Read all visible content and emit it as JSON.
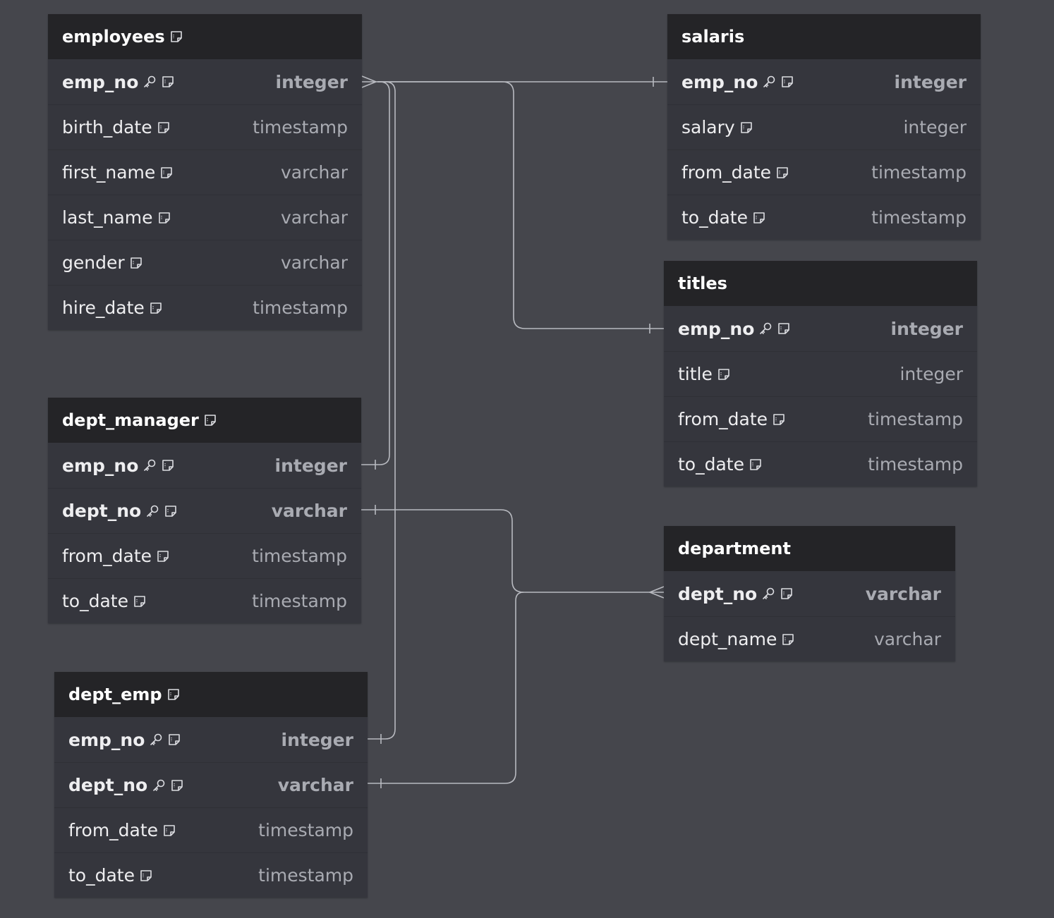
{
  "colors": {
    "background": "#45464c",
    "table_body": "#35363d",
    "table_header": "#242427",
    "header_text": "#ffffff",
    "column_text": "#eeeef0",
    "type_text": "#a9abb2",
    "relation_line": "#b8bac0"
  },
  "tables": [
    {
      "id": "employees",
      "name": "employees",
      "header_note_icon": true,
      "columns": [
        {
          "name": "emp_no",
          "type": "integer",
          "pk": true
        },
        {
          "name": "birth_date",
          "type": "timestamp",
          "pk": false
        },
        {
          "name": "first_name",
          "type": "varchar",
          "pk": false
        },
        {
          "name": "last_name",
          "type": "varchar",
          "pk": false
        },
        {
          "name": "gender",
          "type": "varchar",
          "pk": false
        },
        {
          "name": "hire_date",
          "type": "timestamp",
          "pk": false
        }
      ]
    },
    {
      "id": "salaris",
      "name": "salaris",
      "header_note_icon": false,
      "columns": [
        {
          "name": "emp_no",
          "type": "integer",
          "pk": true
        },
        {
          "name": "salary",
          "type": "integer",
          "pk": false
        },
        {
          "name": "from_date",
          "type": "timestamp",
          "pk": false
        },
        {
          "name": "to_date",
          "type": "timestamp",
          "pk": false
        }
      ]
    },
    {
      "id": "titles",
      "name": "titles",
      "header_note_icon": false,
      "columns": [
        {
          "name": "emp_no",
          "type": "integer",
          "pk": true
        },
        {
          "name": "title",
          "type": "integer",
          "pk": false
        },
        {
          "name": "from_date",
          "type": "timestamp",
          "pk": false
        },
        {
          "name": "to_date",
          "type": "timestamp",
          "pk": false
        }
      ]
    },
    {
      "id": "dept_manager",
      "name": "dept_manager",
      "header_note_icon": true,
      "columns": [
        {
          "name": "emp_no",
          "type": "integer",
          "pk": true
        },
        {
          "name": "dept_no",
          "type": "varchar",
          "pk": true
        },
        {
          "name": "from_date",
          "type": "timestamp",
          "pk": false
        },
        {
          "name": "to_date",
          "type": "timestamp",
          "pk": false
        }
      ]
    },
    {
      "id": "department",
      "name": "department",
      "header_note_icon": false,
      "columns": [
        {
          "name": "dept_no",
          "type": "varchar",
          "pk": true
        },
        {
          "name": "dept_name",
          "type": "varchar",
          "pk": false
        }
      ]
    },
    {
      "id": "dept_emp",
      "name": "dept_emp",
      "header_note_icon": true,
      "columns": [
        {
          "name": "emp_no",
          "type": "integer",
          "pk": true
        },
        {
          "name": "dept_no",
          "type": "varchar",
          "pk": true
        },
        {
          "name": "from_date",
          "type": "timestamp",
          "pk": false
        },
        {
          "name": "to_date",
          "type": "timestamp",
          "pk": false
        }
      ]
    }
  ],
  "relationships": [
    {
      "from": "employees.emp_no",
      "from_end": "many",
      "to": "salaris.emp_no",
      "to_end": "one"
    },
    {
      "from": "employees.emp_no",
      "from_end": "many",
      "to": "titles.emp_no",
      "to_end": "one"
    },
    {
      "from": "employees.emp_no",
      "from_end": "many",
      "to": "dept_manager.emp_no",
      "to_end": "one"
    },
    {
      "from": "employees.emp_no",
      "from_end": "many",
      "to": "dept_emp.emp_no",
      "to_end": "one"
    },
    {
      "from": "department.dept_no",
      "from_end": "many",
      "to": "dept_manager.dept_no",
      "to_end": "one"
    },
    {
      "from": "department.dept_no",
      "from_end": "many",
      "to": "dept_emp.dept_no",
      "to_end": "one"
    }
  ],
  "icons": {
    "primary_key": "key-icon",
    "note": "note-icon"
  }
}
